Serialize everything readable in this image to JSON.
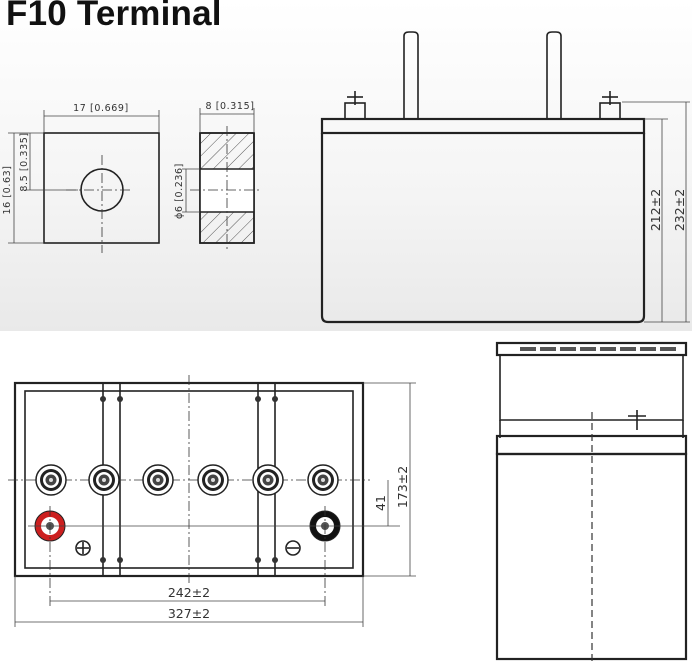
{
  "title": "F10 Terminal",
  "terminal_detail": {
    "width_label": "17 [0.669]",
    "thickness_label": "8 [0.315]",
    "height_label": "16 [0.63]",
    "hole_offset_label": "8.5 [0.335]",
    "hole_diameter_label": "ϕ6 [0.236]"
  },
  "side_view": {
    "container_height_label": "212±2",
    "total_height_label": "232±2"
  },
  "top_view": {
    "terminal_spacing_label": "242±2",
    "length_label": "327±2",
    "width_label": "173±2",
    "terminal_offset_label": "41"
  },
  "colors": {
    "positive_terminal": "#cc1f1f",
    "negative_terminal": "#111111",
    "background_gradient_end": "#e9e9e9"
  }
}
